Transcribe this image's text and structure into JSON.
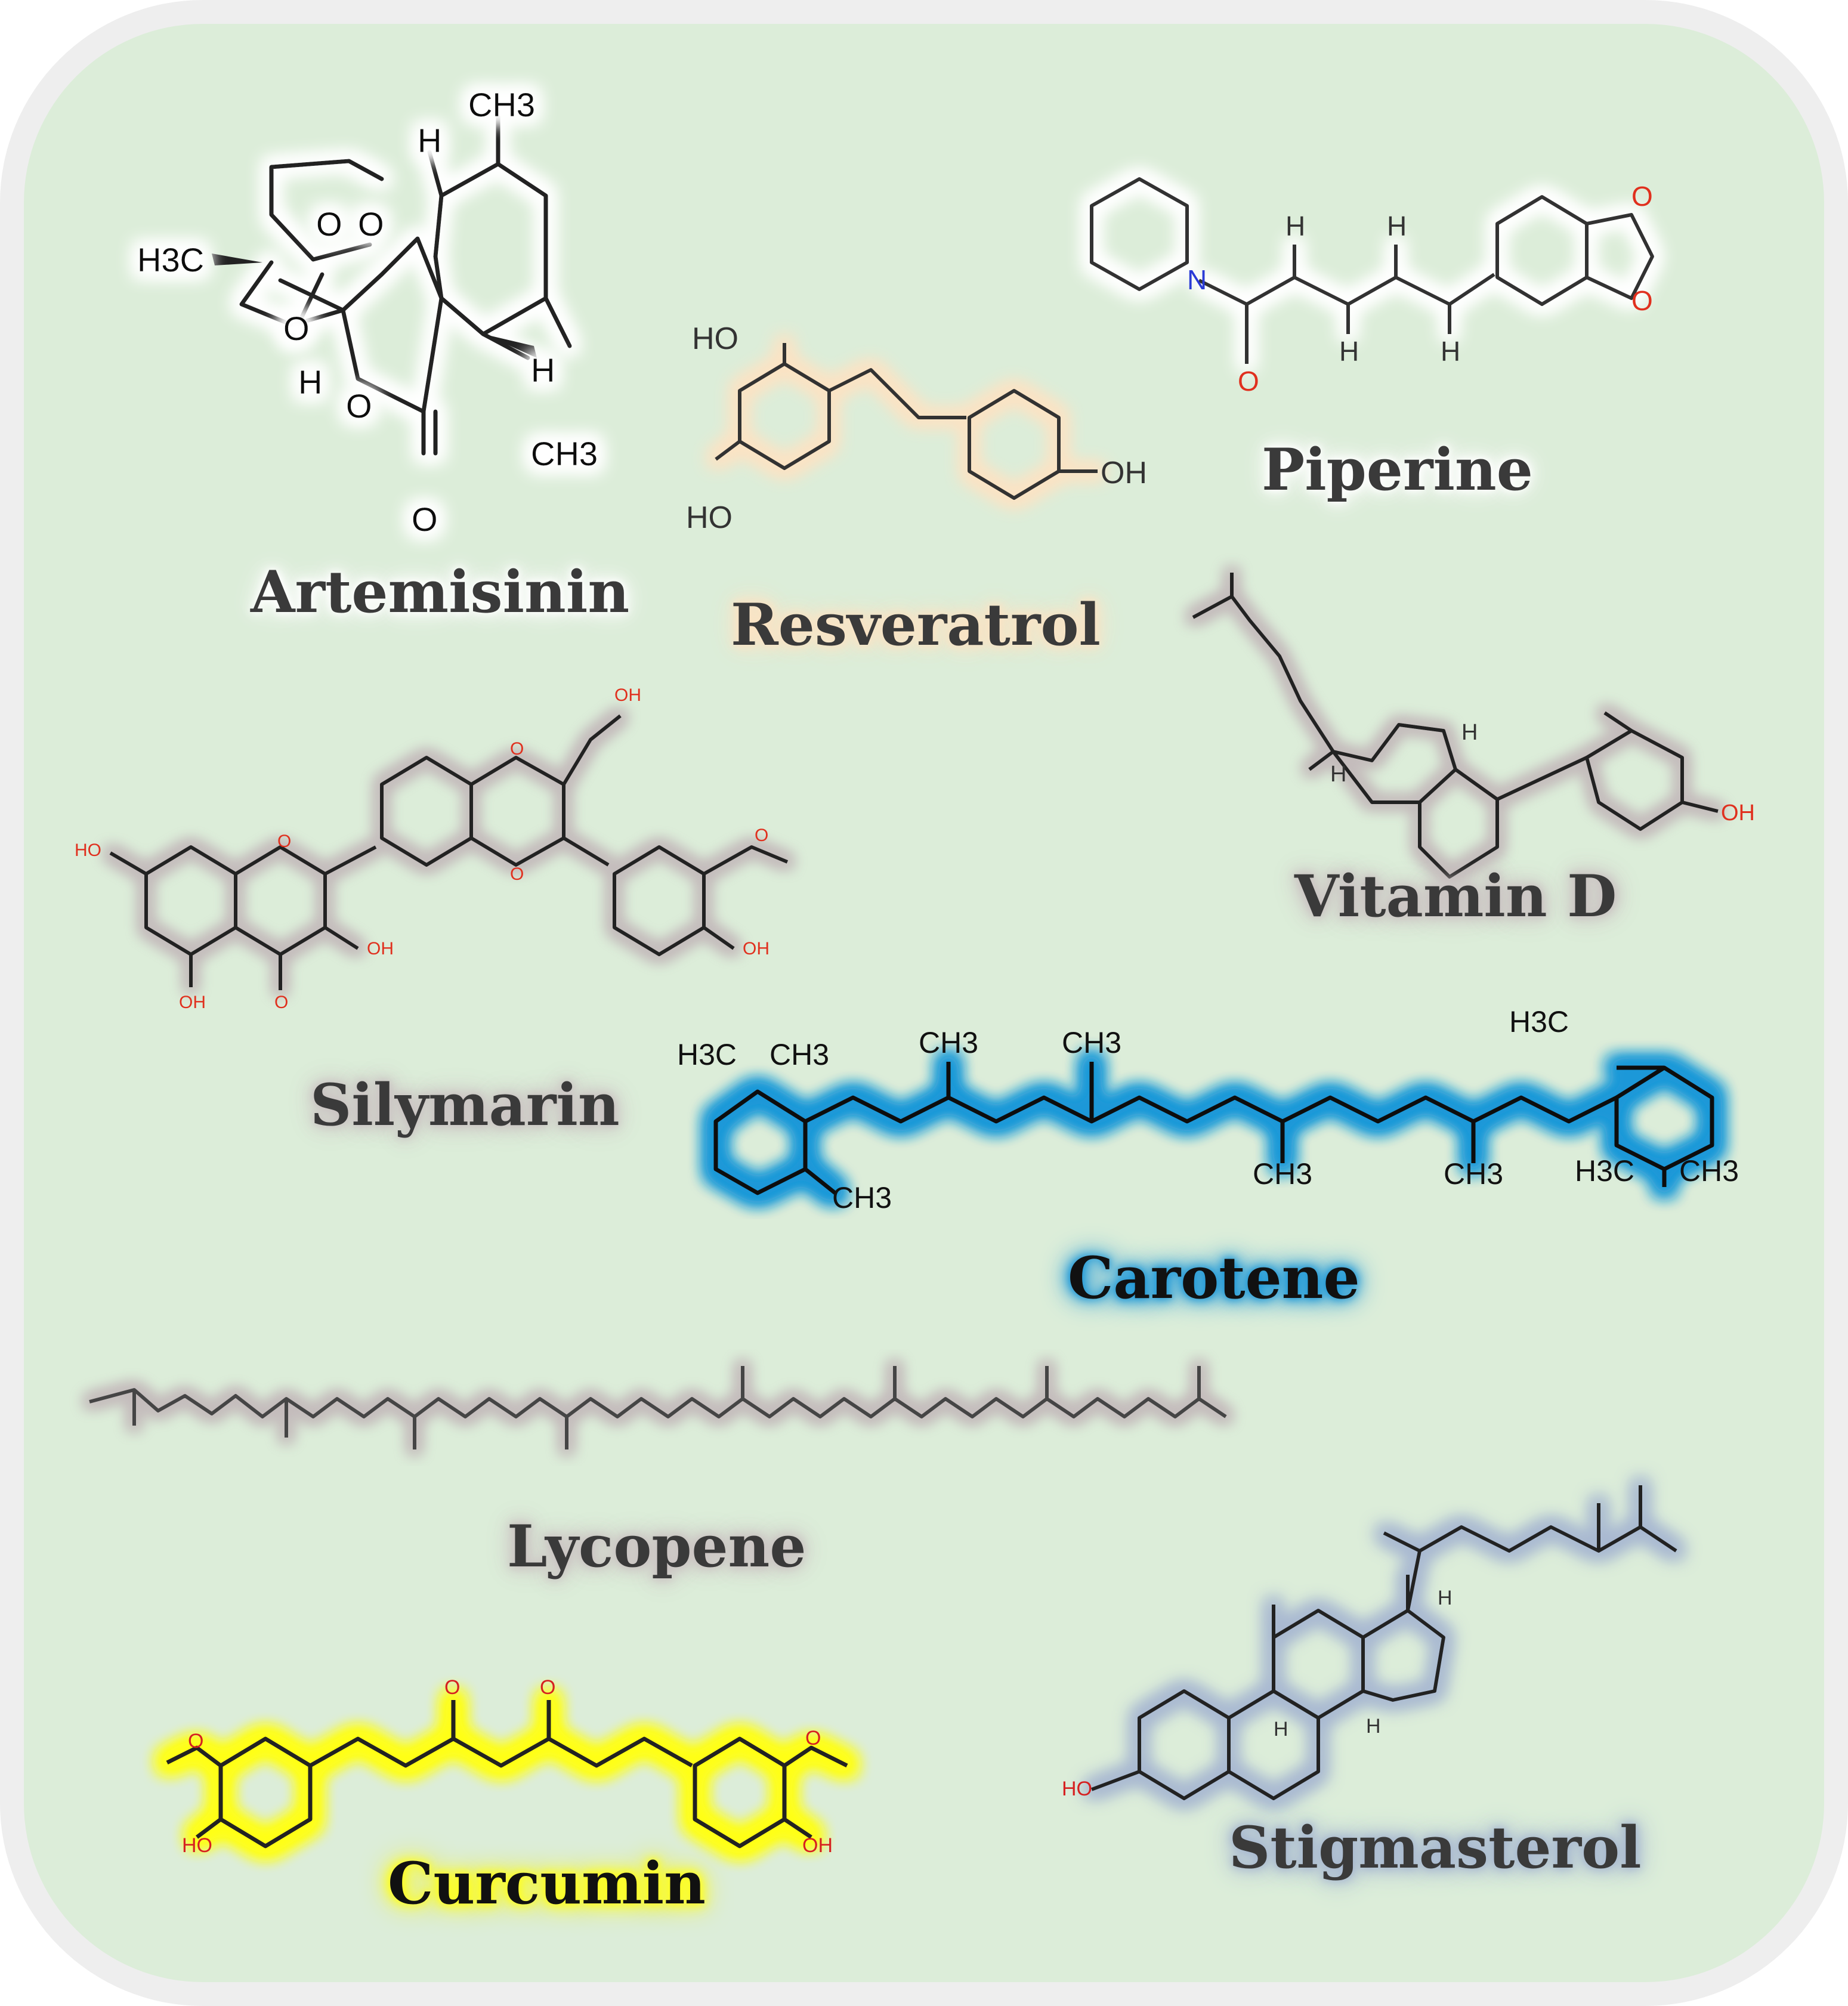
{
  "compounds": [
    {
      "name": "Artemisinin",
      "glow": "#ffffff"
    },
    {
      "name": "Resveratrol",
      "glow": "#fbe3c4"
    },
    {
      "name": "Piperine",
      "glow": "#ffffff"
    },
    {
      "name": "Vitamin D",
      "glow": "#d0c8c8"
    },
    {
      "name": "Silymarin",
      "glow": "#cbc3c3"
    },
    {
      "name": "Carotene",
      "glow": "#1e98d8"
    },
    {
      "name": "Lycopene",
      "glow": "#cbc3c3"
    },
    {
      "name": "Curcumin",
      "glow": "#ffff1a"
    },
    {
      "name": "Stigmasterol",
      "glow": "#a9b9d1"
    }
  ],
  "atoms": {
    "ch3": "CH3",
    "h3c": "H3C",
    "h": "H",
    "o": "O",
    "n": "N",
    "oh": "OH",
    "ho": "HO"
  },
  "colors": {
    "panel": "#dcedd9",
    "frame": "#eeeeee",
    "bond": "#222222",
    "oxygen": "#e0301e",
    "nitrogen": "#2a3bd6"
  }
}
